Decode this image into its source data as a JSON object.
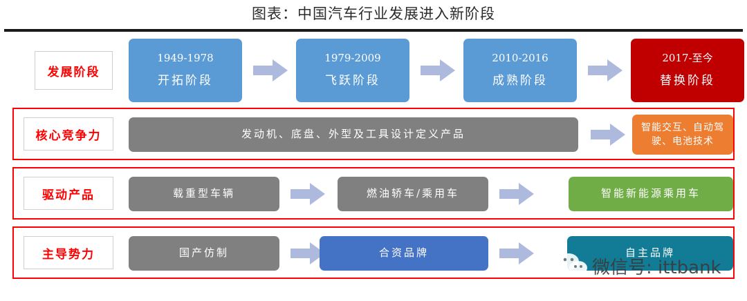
{
  "title": "图表：中国汽车行业发展进入新阶段",
  "colors": {
    "stage_blue": "#5B9BD5",
    "stage_red": "#C00000",
    "gray": "#808080",
    "orange": "#ED7D31",
    "green": "#70AD47",
    "deep_blue": "#4472C4",
    "teal": "#127B95",
    "arrow": "#AEB9DE",
    "row_border_red": "#FF0000",
    "label_text_red": "#FF0000"
  },
  "rows": [
    {
      "label": "发展阶段",
      "bordered": false,
      "items": [
        {
          "line1": "1949-1978",
          "line2": "开拓阶段",
          "color": "stage_blue"
        },
        {
          "line1": "1979-2009",
          "line2": "飞跃阶段",
          "color": "stage_blue"
        },
        {
          "line1": "2010-2016",
          "line2": "成熟阶段",
          "color": "stage_blue"
        },
        {
          "line1": "2017-至今",
          "line2": "替换阶段",
          "color": "stage_red"
        }
      ]
    },
    {
      "label": "核心竞争力",
      "bordered": true,
      "items": [
        {
          "line1": "发动机、底盘、外型及工具设计定义产品",
          "color": "gray"
        },
        {
          "line1": "智能交互、自动驾",
          "line2": "驶、电池技术",
          "color": "orange"
        }
      ]
    },
    {
      "label": "驱动产品",
      "bordered": true,
      "items": [
        {
          "line1": "载重型车辆",
          "color": "gray"
        },
        {
          "line1": "燃油轿车/乘用车",
          "color": "gray"
        },
        {
          "line1": "智能新能源乘用车",
          "color": "green"
        }
      ]
    },
    {
      "label": "主导势力",
      "bordered": true,
      "items": [
        {
          "line1": "国产仿制",
          "color": "gray"
        },
        {
          "line1": "合资品牌",
          "color": "deep_blue"
        },
        {
          "line1": "自主品牌",
          "color": "teal"
        }
      ]
    }
  ],
  "watermark": {
    "text": "微信号: ittbank",
    "icon": "wechat-icon"
  }
}
